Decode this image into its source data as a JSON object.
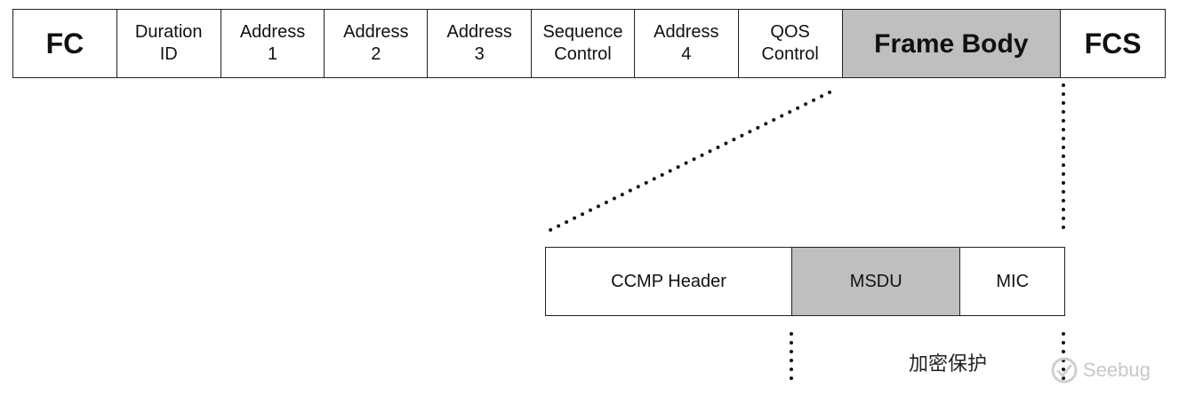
{
  "frame_fields": [
    {
      "label": "FC",
      "big": true
    },
    {
      "label": "Duration\nID"
    },
    {
      "label": "Address\n1"
    },
    {
      "label": "Address\n2"
    },
    {
      "label": "Address\n3"
    },
    {
      "label": "Sequence\nControl"
    },
    {
      "label": "Address\n4"
    },
    {
      "label": "QOS\nControl"
    },
    {
      "label": "Frame Body",
      "big": true,
      "shaded": true
    },
    {
      "label": "FCS",
      "big": true
    }
  ],
  "body_fields": [
    {
      "label": "CCMP Header"
    },
    {
      "label": "MSDU",
      "shaded": true
    },
    {
      "label": "MIC"
    }
  ],
  "encrypted_note": "加密保护",
  "watermark": "Seebug",
  "colors": {
    "shaded": "#bfbfbf",
    "border": "#222222"
  }
}
